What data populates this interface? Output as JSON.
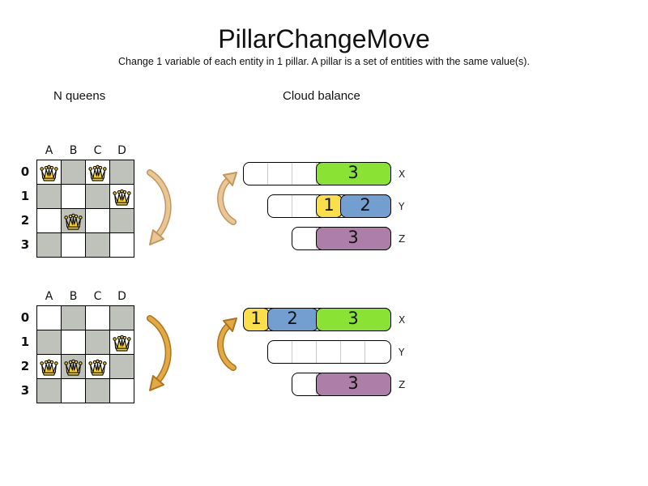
{
  "title": "PillarChangeMove",
  "subtitle": "Change 1 variable of each entity in 1 pillar. A pillar is a set of entities with the same value(s).",
  "sections": {
    "nqueens": {
      "label": "N queens"
    },
    "cloud": {
      "label": "Cloud balance"
    }
  },
  "colors": {
    "process_yellow": "#fbdf4a",
    "process_blue": "#729fcf",
    "process_green": "#8ae234",
    "process_purple": "#ad7fa8",
    "board_dark_square": "#bfc1bb",
    "queen_gold": "#f5d02c",
    "arrow_before": "#eac695",
    "arrow_before_dark": "#c2965c",
    "arrow_after": "#e4a845",
    "arrow_after_dark": "#a9751f"
  },
  "nqueens": {
    "boards": [
      {
        "id": "nqueens-board-before",
        "columns": [
          "A",
          "B",
          "C",
          "D"
        ],
        "rows": [
          "0",
          "1",
          "2",
          "3"
        ],
        "queens": [
          {
            "column": "A",
            "row": "0"
          },
          {
            "column": "C",
            "row": "0"
          },
          {
            "column": "D",
            "row": "1"
          },
          {
            "column": "B",
            "row": "2"
          }
        ]
      },
      {
        "id": "nqueens-board-after",
        "columns": [
          "A",
          "B",
          "C",
          "D"
        ],
        "rows": [
          "0",
          "1",
          "2",
          "3"
        ],
        "queens": [
          {
            "column": "D",
            "row": "1"
          },
          {
            "column": "A",
            "row": "2"
          },
          {
            "column": "B",
            "row": "2"
          },
          {
            "column": "C",
            "row": "2"
          }
        ]
      }
    ]
  },
  "cloud": {
    "bar_groups": [
      {
        "id": "cloud-before",
        "bars": [
          {
            "label": "X",
            "capacity": 6,
            "blocks": [
              {
                "value": "3",
                "color": "process_green",
                "start": 3,
                "size": 3
              }
            ]
          },
          {
            "label": "Y",
            "capacity": 5,
            "blocks": [
              {
                "value": "1",
                "color": "process_yellow",
                "start": 2,
                "size": 1
              },
              {
                "value": "2",
                "color": "process_blue",
                "start": 3,
                "size": 2
              }
            ]
          },
          {
            "label": "Z",
            "capacity": 4,
            "blocks": [
              {
                "value": "3",
                "color": "process_purple",
                "start": 1,
                "size": 3
              }
            ]
          }
        ]
      },
      {
        "id": "cloud-after",
        "bars": [
          {
            "label": "X",
            "capacity": 6,
            "blocks": [
              {
                "value": "1",
                "color": "process_yellow",
                "start": 0,
                "size": 1
              },
              {
                "value": "2",
                "color": "process_blue",
                "start": 1,
                "size": 2
              },
              {
                "value": "3",
                "color": "process_green",
                "start": 3,
                "size": 3
              }
            ]
          },
          {
            "label": "Y",
            "capacity": 5,
            "blocks": []
          },
          {
            "label": "Z",
            "capacity": 4,
            "blocks": [
              {
                "value": "3",
                "color": "process_purple",
                "start": 1,
                "size": 3
              }
            ]
          }
        ]
      }
    ]
  }
}
